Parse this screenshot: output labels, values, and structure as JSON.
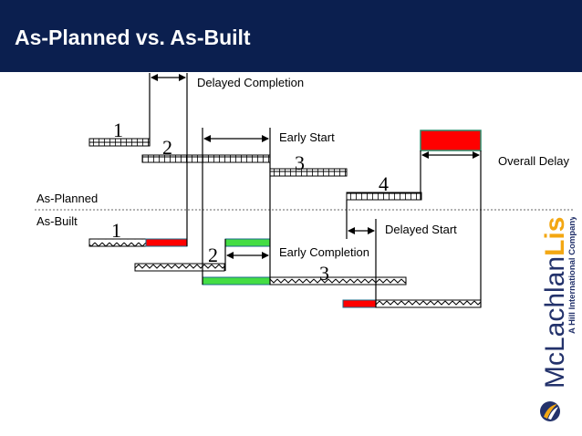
{
  "slide": {
    "title": "As-Planned vs. As-Built"
  },
  "labels": {
    "as_planned": "As-Planned",
    "as_built": "As-Built",
    "delayed_completion": "Delayed Completion",
    "early_start": "Early Start",
    "overall_delay": "Overall Delay",
    "delayed_start": "Delayed Start",
    "early_completion": "Early Completion"
  },
  "activity_numbers": {
    "planned": [
      "1",
      "2",
      "3",
      "4"
    ],
    "built": [
      "1",
      "2",
      "3"
    ]
  },
  "logo": {
    "brand_light": "Mc",
    "brand_blue": "Lachlan",
    "brand_orange": "Lister",
    "tagline": "A Hill International Company"
  },
  "colors": {
    "header_bg": "#0b1f4f",
    "delay": "#ff0000",
    "early": "#44dd44",
    "brand_blue": "#23326b",
    "brand_orange": "#f3a712"
  }
}
